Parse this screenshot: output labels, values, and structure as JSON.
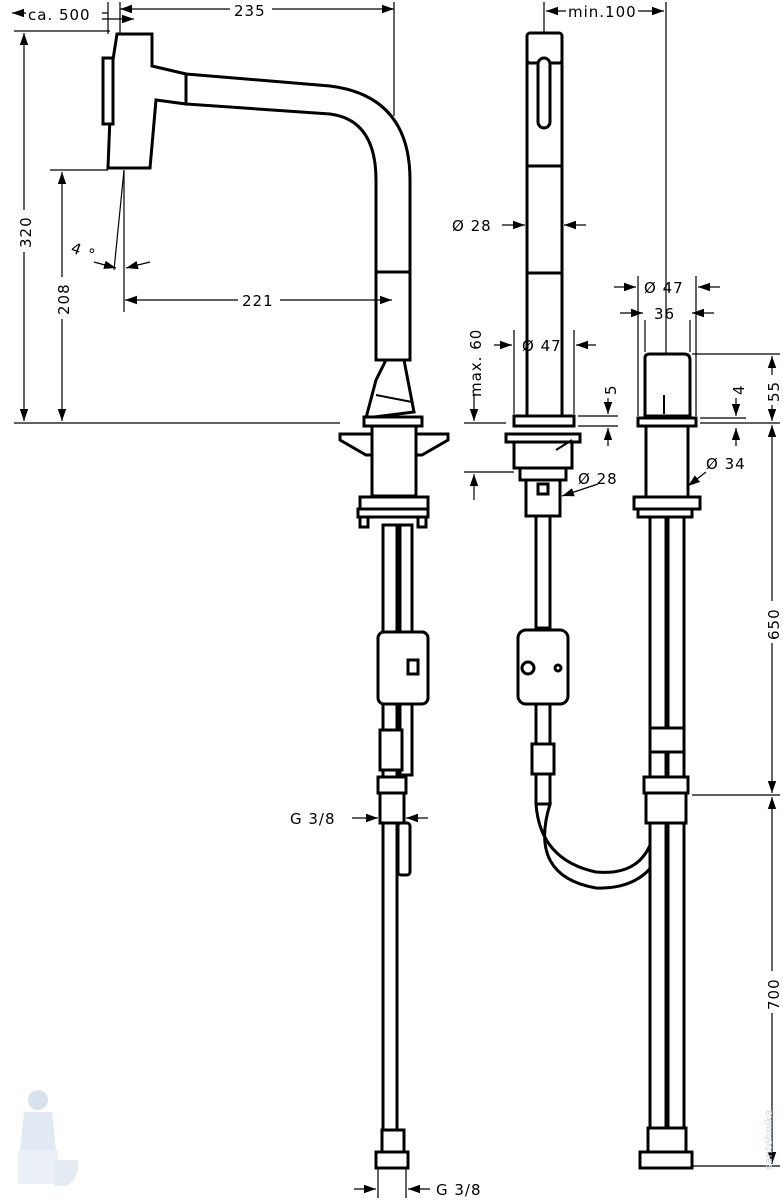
{
  "dimensions": {
    "reach": "ca. 500",
    "spout_width": "235",
    "min_spacing": "min.100",
    "total_height": "320",
    "spout_height": "208",
    "angle": "4 °",
    "spout_projection": "221",
    "body_diameter": "Ø 28",
    "rosette_diameter_left": "Ø 47",
    "max_thickness": "max. 60",
    "rosette_height_left": "5",
    "rosette_diameter_right": "Ø 47",
    "handle_width": "36",
    "handle_height": "55",
    "rosette_height_right": "4",
    "hole_diameter_left": "Ø 28",
    "hole_diameter_right": "Ø 34",
    "hose_length_650": "650",
    "hose_length_700": "700",
    "thread_upper": "G 3/8",
    "thread_lower": "G 3/8"
  },
  "watermark": "santehnika"
}
